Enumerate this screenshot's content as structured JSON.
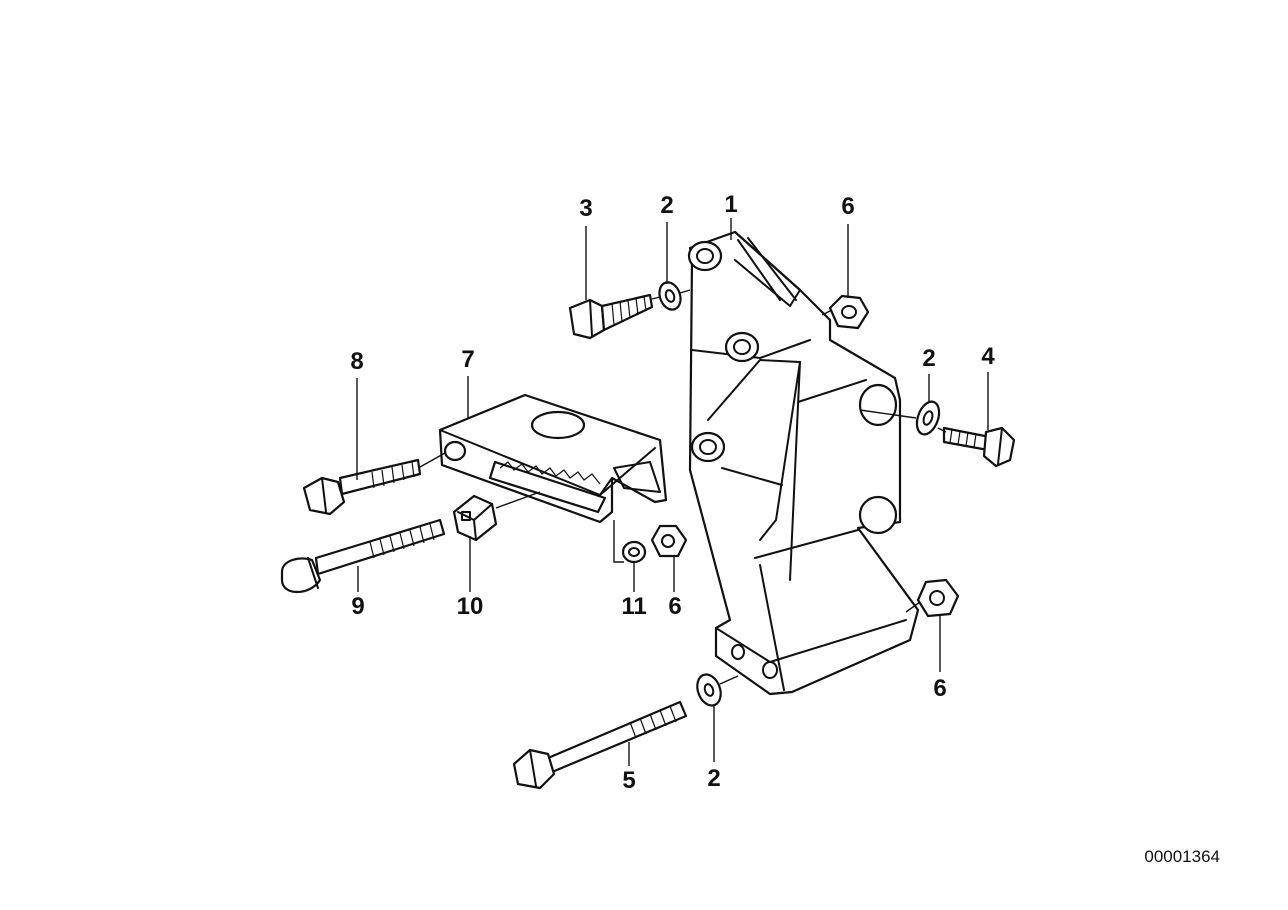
{
  "diagram": {
    "document_number": "00001364",
    "callouts": {
      "c1": "1",
      "c2a": "2",
      "c2b": "2",
      "c2c": "2",
      "c3": "3",
      "c4": "4",
      "c5": "5",
      "c6a": "6",
      "c6b": "6",
      "c6c": "6",
      "c7": "7",
      "c8": "8",
      "c9": "9",
      "c10": "10",
      "c11": "11"
    }
  }
}
